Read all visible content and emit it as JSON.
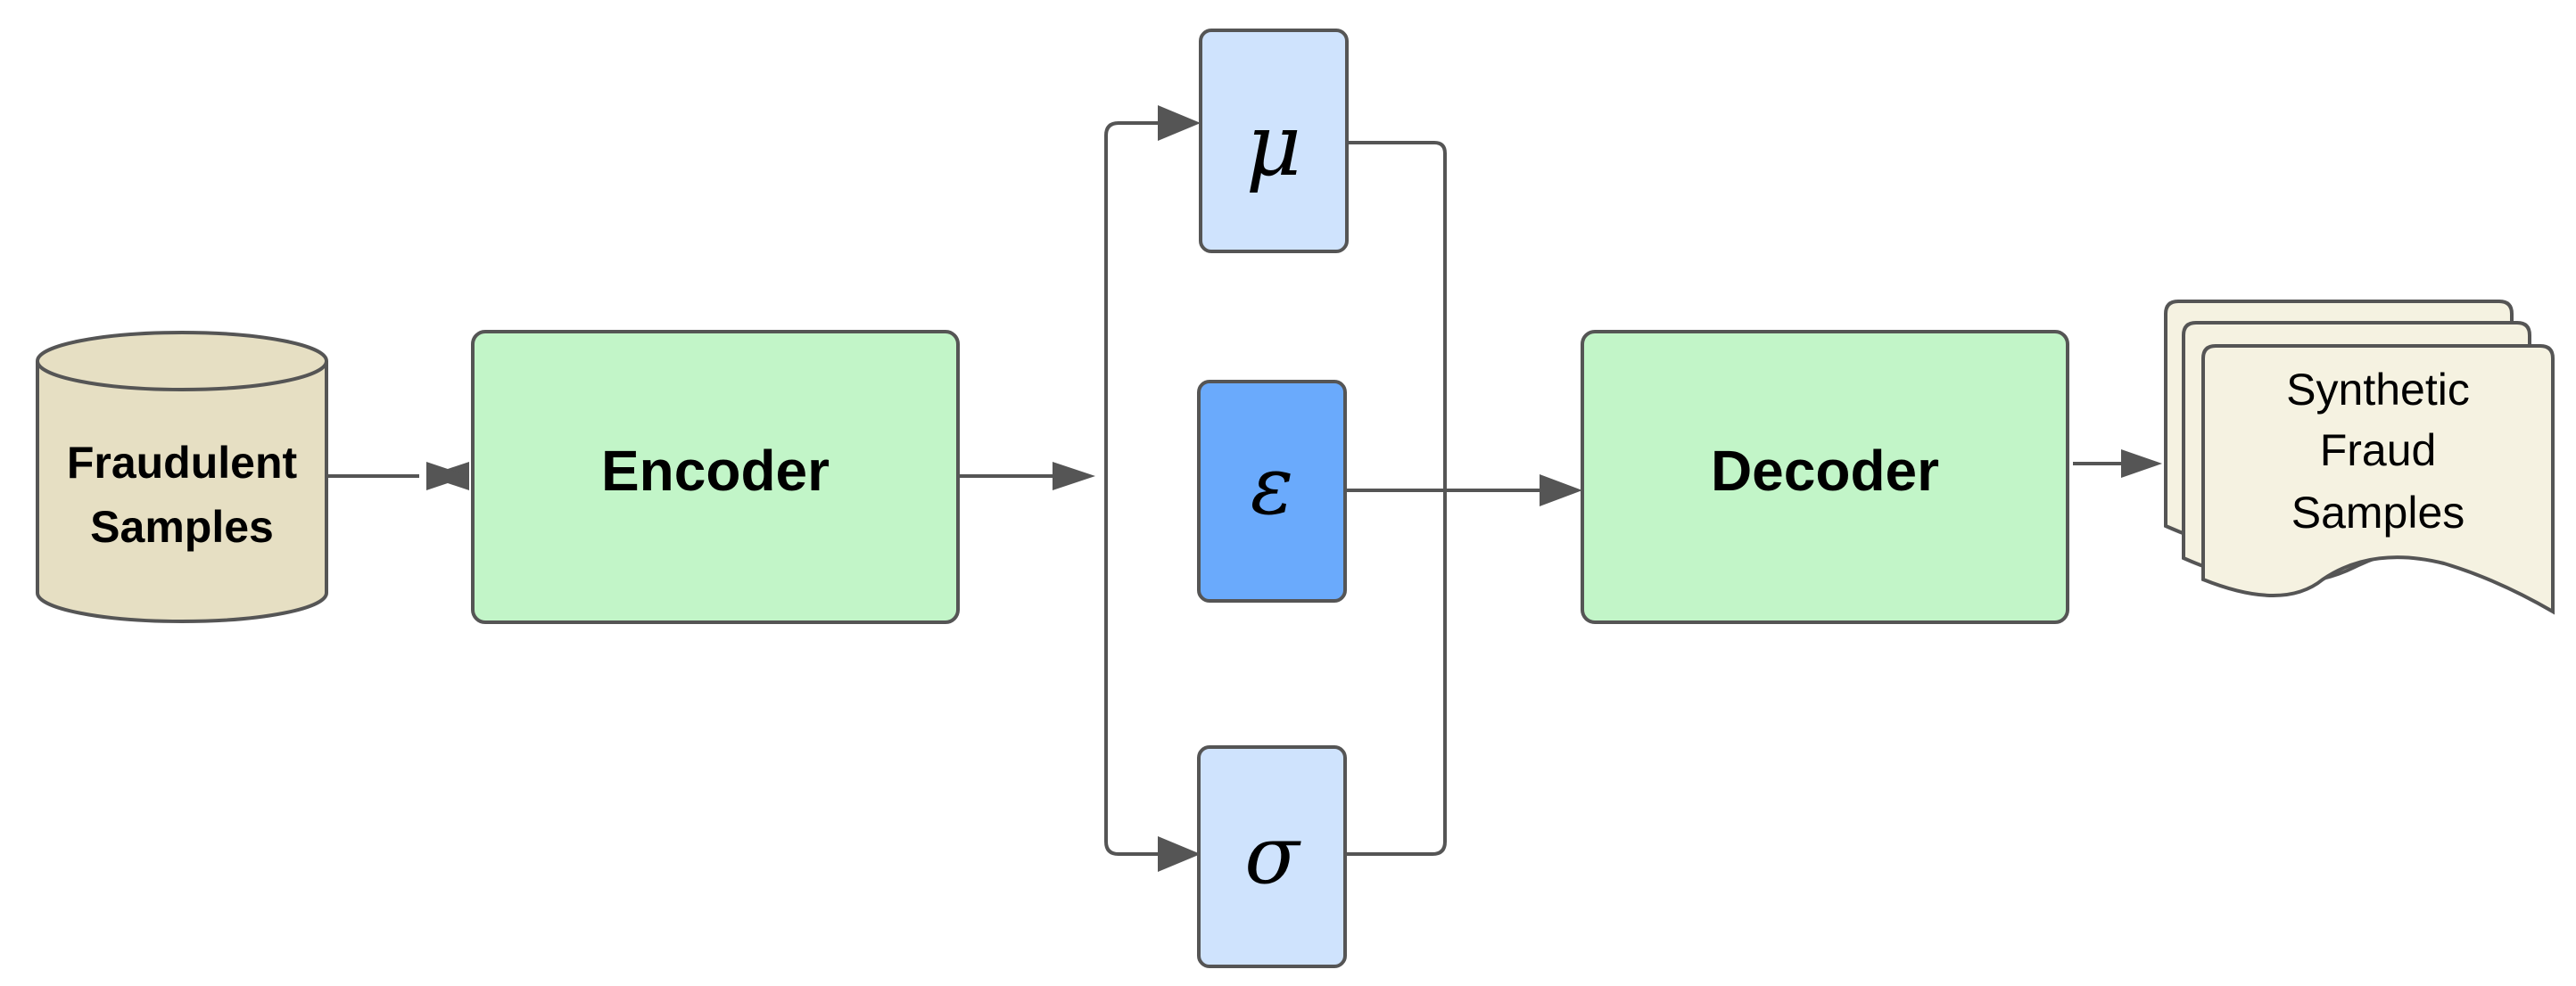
{
  "nodes": {
    "source": {
      "line1": "Fraudulent",
      "line2": "Samples"
    },
    "encoder": {
      "label": "Encoder"
    },
    "mu": {
      "label": "μ"
    },
    "epsilon": {
      "label": "ε"
    },
    "sigma": {
      "label": "σ"
    },
    "decoder": {
      "label": "Decoder"
    },
    "output": {
      "line1": "Synthetic",
      "line2": "Fraud",
      "line3": "Samples"
    }
  },
  "colors": {
    "cylinder_fill": "#e6dfc3",
    "encoder_decoder_fill": "#c2f5c8",
    "latent_fill": "#cfe3fd",
    "epsilon_fill": "#6aaafc",
    "document_fill": "#f5f2e1",
    "stroke": "#555555",
    "arrow": "#555555"
  }
}
